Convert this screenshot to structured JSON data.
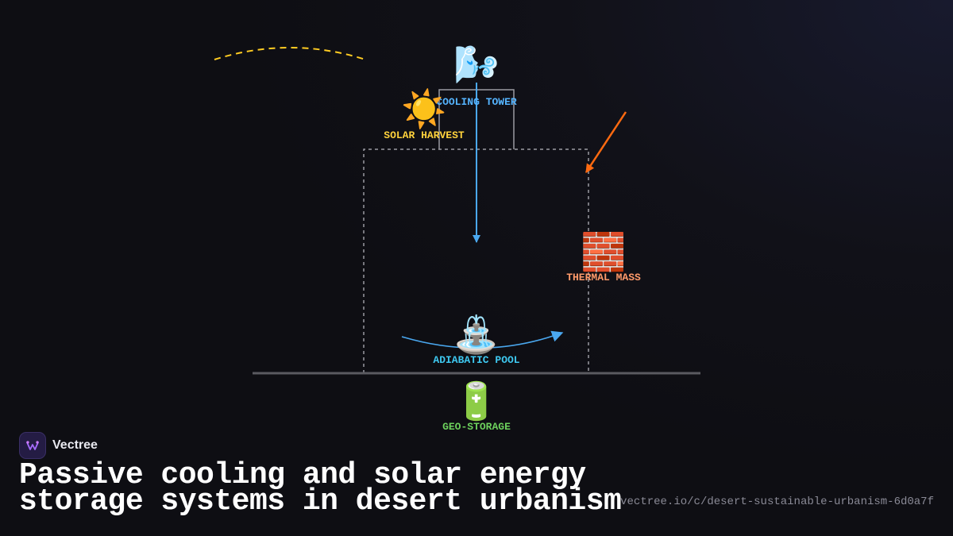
{
  "diagram": {
    "nodes": {
      "cooling_tower": {
        "label": "COOLING TOWER",
        "icon": "wind-icon",
        "color": "#55b4ff"
      },
      "solar_harvest": {
        "label": "SOLAR HARVEST",
        "icon": "sun-icon",
        "color": "#ffd23c"
      },
      "thermal_mass": {
        "label": "THERMAL MASS",
        "icon": "brick-wall-icon",
        "color": "#ff9a6a"
      },
      "adiabatic_pool": {
        "label": "ADIABATIC POOL",
        "icon": "fountain-icon",
        "color": "#3ec8f0"
      },
      "geo_storage": {
        "label": "GEO-STORAGE",
        "icon": "battery-icon",
        "color": "#6ccf5c"
      }
    },
    "colors": {
      "cool_flow": "#4aa8f0",
      "heat_arrow": "#ff6a10",
      "sun_path": "#ffcc22",
      "outline": "#9a9aa2",
      "ground": "#5a5a60"
    }
  },
  "brand": {
    "name": "Vectree",
    "icon": "vectree-logo-icon"
  },
  "title": "Passive cooling and solar energy storage systems in desert urbanism",
  "url": "vectree.io/c/desert-sustainable-urbanism-6d0a7f"
}
